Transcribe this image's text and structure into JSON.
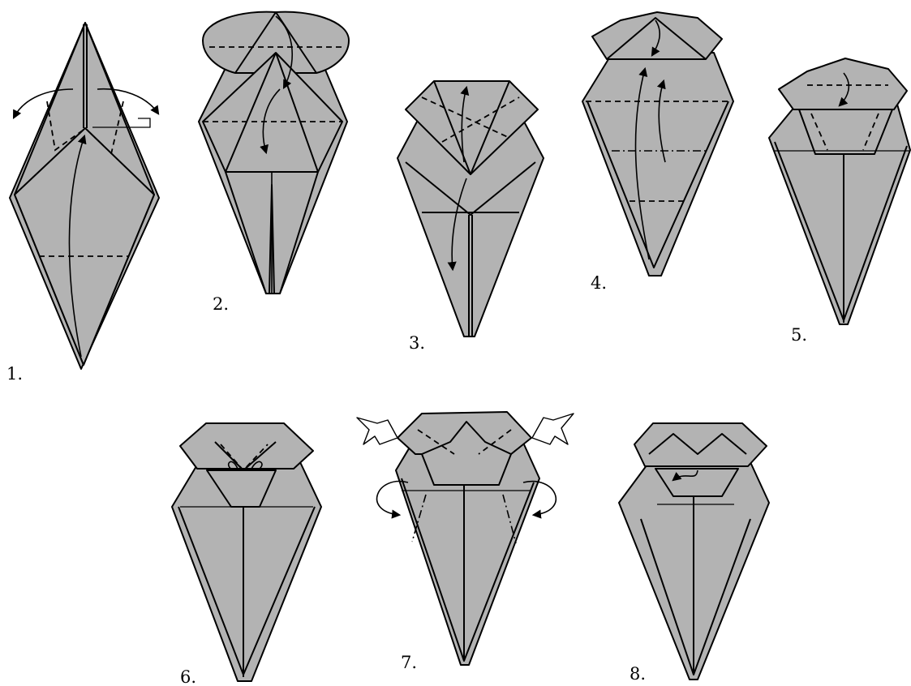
{
  "steps": [
    {
      "id": 1,
      "label": "1."
    },
    {
      "id": 2,
      "label": "2."
    },
    {
      "id": 3,
      "label": "3."
    },
    {
      "id": 4,
      "label": "4."
    },
    {
      "id": 5,
      "label": "5."
    },
    {
      "id": 6,
      "label": "6."
    },
    {
      "id": 7,
      "label": "7."
    },
    {
      "id": 8,
      "label": "8."
    }
  ],
  "colors": {
    "paper": "#b3b3b3",
    "line": "#000000",
    "background": "#ffffff"
  },
  "fold_line_types": [
    "valley-fold-dashed",
    "mountain-fold-dash-dot"
  ],
  "icons": [
    "fold-arrow-icon",
    "push-arrow-icon",
    "right-angle-icon"
  ]
}
